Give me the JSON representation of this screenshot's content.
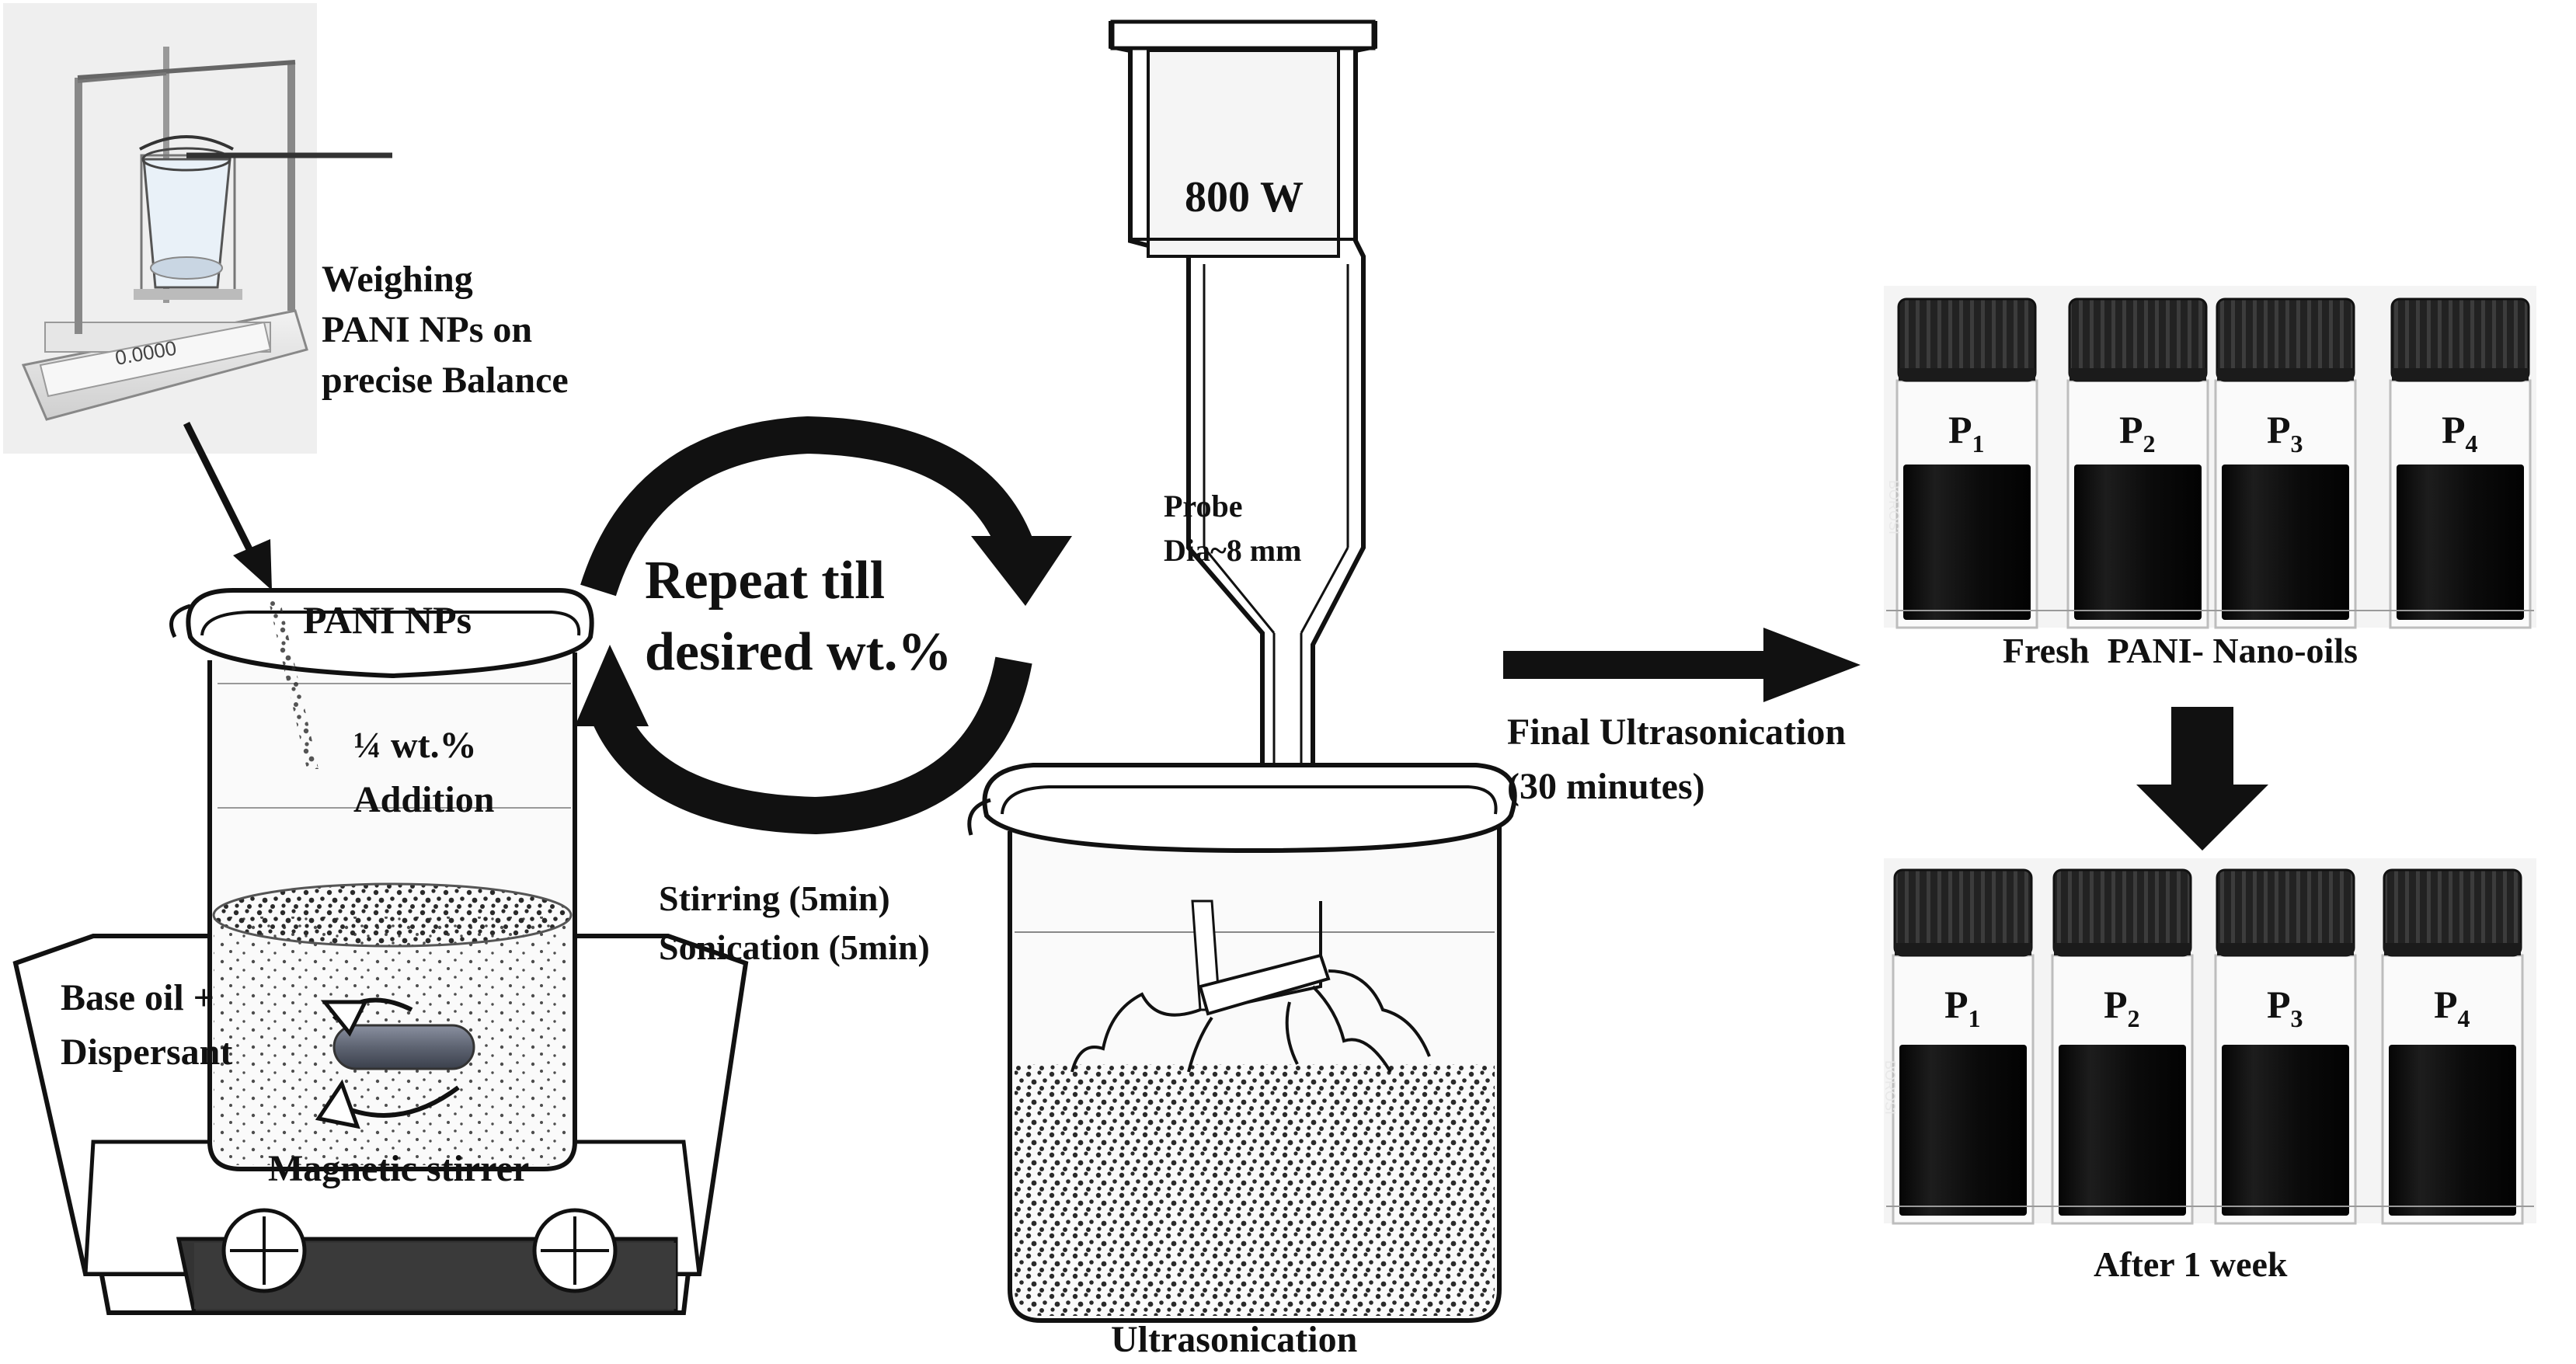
{
  "labels": {
    "weighing": [
      "Weighing",
      "PANI NPs on",
      "precise Balance"
    ],
    "balance_display": "0.0000",
    "pani_nps": "PANI NPs",
    "quarter_wt": "¼ wt.%",
    "addition": "Addition",
    "base_oil": [
      "Base oil +",
      "Dispersant"
    ],
    "magnetic_stirrer": "Magnetic stirrer",
    "repeat": [
      "Repeat till",
      "desired wt.%"
    ],
    "stirring": "Stirring (5min)",
    "sonication": "Sonication (5min)",
    "power": "800 W",
    "probe": [
      "Probe",
      "Dia~8 mm"
    ],
    "ultrasonication": "Ultrasonication",
    "final_ultrasonication": [
      "Final Ultrasonication",
      "(30 minutes)"
    ],
    "fresh": "Fresh  PANI- Nano-oils",
    "after": "After 1 week",
    "vial_letter": "P",
    "vial_subscripts": [
      "1",
      "2",
      "3",
      "4"
    ],
    "vial_glass_text": "BOROSI"
  },
  "colors": {
    "ink": "#111111",
    "vial_cap": "#1b1b1b",
    "vial_liquid": "#0b0b0b",
    "stir_bar": "#5e6472",
    "particle": "#333333"
  }
}
